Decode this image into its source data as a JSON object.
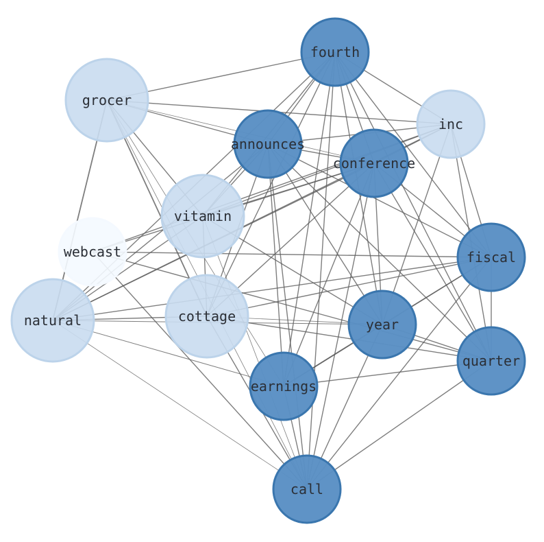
{
  "colors": {
    "dark_fill": "#5a8fc4",
    "dark_stroke": "#3a76ae",
    "light_fill": "#c9dcef",
    "light_stroke": "#bcd3ea",
    "faint_fill": "#f4f9ff",
    "edge": "#5e5e5e",
    "label": "#2b2f36"
  },
  "nodes": [
    {
      "id": "fourth",
      "label": "fourth",
      "tone": "dark"
    },
    {
      "id": "grocer",
      "label": "grocer",
      "tone": "light"
    },
    {
      "id": "inc",
      "label": "inc",
      "tone": "light"
    },
    {
      "id": "announces",
      "label": "announces",
      "tone": "dark"
    },
    {
      "id": "conference",
      "label": "conference",
      "tone": "dark"
    },
    {
      "id": "vitamin",
      "label": "vitamin",
      "tone": "light"
    },
    {
      "id": "webcast",
      "label": "webcast",
      "tone": "faint"
    },
    {
      "id": "fiscal",
      "label": "fiscal",
      "tone": "dark"
    },
    {
      "id": "natural",
      "label": "natural",
      "tone": "light"
    },
    {
      "id": "cottage",
      "label": "cottage",
      "tone": "light"
    },
    {
      "id": "year",
      "label": "year",
      "tone": "dark"
    },
    {
      "id": "quarter",
      "label": "quarter",
      "tone": "dark"
    },
    {
      "id": "earnings",
      "label": "earnings",
      "tone": "dark"
    },
    {
      "id": "call",
      "label": "call",
      "tone": "dark"
    }
  ],
  "edges": [
    [
      "fourth",
      "grocer",
      1.4
    ],
    [
      "fourth",
      "inc",
      1.4
    ],
    [
      "fourth",
      "announces",
      1.4
    ],
    [
      "fourth",
      "conference",
      1.4
    ],
    [
      "fourth",
      "vitamin",
      1.4
    ],
    [
      "fourth",
      "fiscal",
      1.4
    ],
    [
      "fourth",
      "natural",
      1.4
    ],
    [
      "fourth",
      "cottage",
      1.4
    ],
    [
      "fourth",
      "year",
      1.4
    ],
    [
      "fourth",
      "quarter",
      1.4
    ],
    [
      "fourth",
      "earnings",
      1.4
    ],
    [
      "fourth",
      "call",
      1.4
    ],
    [
      "grocer",
      "inc",
      1.4
    ],
    [
      "grocer",
      "announces",
      1.4
    ],
    [
      "grocer",
      "conference",
      0.8
    ],
    [
      "grocer",
      "vitamin",
      1.4
    ],
    [
      "grocer",
      "natural",
      1.8
    ],
    [
      "grocer",
      "cottage",
      1.8
    ],
    [
      "grocer",
      "earnings",
      0.8
    ],
    [
      "grocer",
      "call",
      0.8
    ],
    [
      "inc",
      "announces",
      1.4
    ],
    [
      "inc",
      "conference",
      1.4
    ],
    [
      "inc",
      "vitamin",
      1.4
    ],
    [
      "inc",
      "webcast",
      1.4
    ],
    [
      "inc",
      "natural",
      1.4
    ],
    [
      "inc",
      "fiscal",
      1.4
    ],
    [
      "inc",
      "quarter",
      1.4
    ],
    [
      "inc",
      "year",
      1.4
    ],
    [
      "announces",
      "conference",
      1.4
    ],
    [
      "announces",
      "vitamin",
      1.4
    ],
    [
      "announces",
      "natural",
      1.4
    ],
    [
      "announces",
      "cottage",
      1.4
    ],
    [
      "announces",
      "fiscal",
      1.4
    ],
    [
      "announces",
      "year",
      1.4
    ],
    [
      "announces",
      "quarter",
      1.4
    ],
    [
      "announces",
      "earnings",
      1.4
    ],
    [
      "announces",
      "call",
      1.4
    ],
    [
      "conference",
      "vitamin",
      1.4
    ],
    [
      "conference",
      "webcast",
      1.4
    ],
    [
      "conference",
      "natural",
      1.4
    ],
    [
      "conference",
      "cottage",
      1.4
    ],
    [
      "conference",
      "fiscal",
      1.4
    ],
    [
      "conference",
      "year",
      1.4
    ],
    [
      "conference",
      "quarter",
      1.4
    ],
    [
      "conference",
      "earnings",
      1.4
    ],
    [
      "conference",
      "call",
      1.4
    ],
    [
      "vitamin",
      "natural",
      1.4
    ],
    [
      "vitamin",
      "cottage",
      1.4
    ],
    [
      "vitamin",
      "year",
      1.4
    ],
    [
      "vitamin",
      "call",
      0.8
    ],
    [
      "webcast",
      "fiscal",
      1.4
    ],
    [
      "webcast",
      "quarter",
      1.4
    ],
    [
      "webcast",
      "call",
      1.4
    ],
    [
      "natural",
      "cottage",
      1.4
    ],
    [
      "natural",
      "fiscal",
      1.4
    ],
    [
      "natural",
      "earnings",
      1.0
    ],
    [
      "natural",
      "call",
      0.8
    ],
    [
      "natural",
      "year",
      1.0
    ],
    [
      "cottage",
      "fiscal",
      1.4
    ],
    [
      "cottage",
      "year",
      0.8
    ],
    [
      "cottage",
      "quarter",
      1.4
    ],
    [
      "cottage",
      "call",
      1.4
    ],
    [
      "fiscal",
      "year",
      1.4
    ],
    [
      "fiscal",
      "quarter",
      1.4
    ],
    [
      "fiscal",
      "earnings",
      1.4
    ],
    [
      "fiscal",
      "call",
      1.4
    ],
    [
      "year",
      "quarter",
      1.4
    ],
    [
      "year",
      "earnings",
      1.8
    ],
    [
      "year",
      "call",
      1.4
    ],
    [
      "quarter",
      "earnings",
      1.4
    ],
    [
      "quarter",
      "call",
      1.4
    ],
    [
      "earnings",
      "call",
      1.4
    ]
  ]
}
